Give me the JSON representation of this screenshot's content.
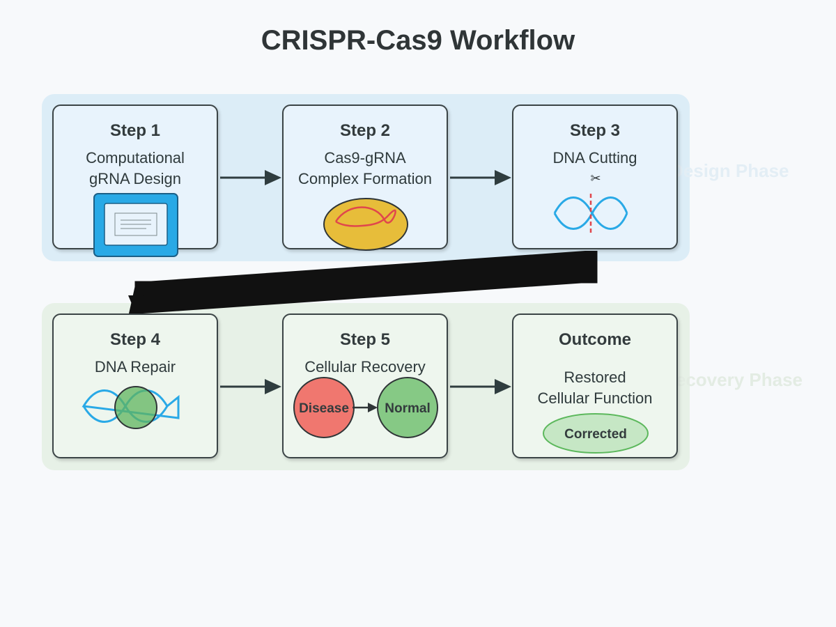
{
  "title": "CRISPR-Cas9 Workflow",
  "phases": {
    "design": "Design Phase",
    "recovery": "Recovery Phase"
  },
  "steps": [
    {
      "head": "Step 1",
      "line1": "Computational",
      "line2": "gRNA Design",
      "icon": "computer-screen-icon"
    },
    {
      "head": "Step 2",
      "line1": "Cas9-gRNA",
      "line2": "Complex Formation",
      "icon": "cas9-complex-icon"
    },
    {
      "head": "Step 3",
      "line1": "DNA Cutting",
      "line2": "",
      "icon": "dna-cut-icon"
    },
    {
      "head": "Step 4",
      "line1": "DNA Repair",
      "line2": "",
      "icon": "dna-repair-icon"
    },
    {
      "head": "Step 5",
      "line1": "Cellular Recovery",
      "line2": "",
      "icon": "cell-transition-icon"
    },
    {
      "head": "Outcome",
      "line1": "Restored",
      "line2": "Cellular Function",
      "icon": ""
    }
  ],
  "scissors_glyph": "✂",
  "cells": {
    "disease": "Disease",
    "normal": "Normal"
  },
  "badge": "Corrected",
  "colors": {
    "design_bg": "#dcedf7",
    "recovery_bg": "#e7f1e7",
    "dna": "#29a9e6",
    "cut_line": "#e0474c",
    "complex": "#e7bd3a",
    "disease": "#f0776f",
    "normal": "#86c985"
  }
}
